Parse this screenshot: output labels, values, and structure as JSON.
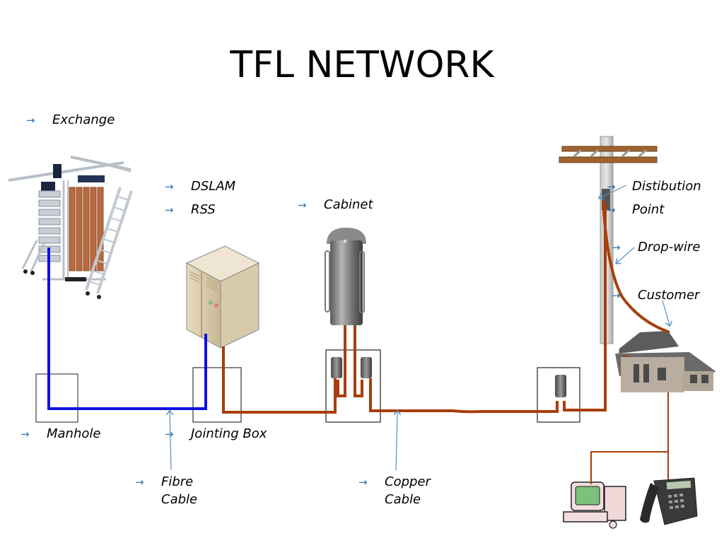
{
  "title": "TFL NETWORK",
  "arrow_glyph": "→",
  "labels": {
    "exchange": "Exchange",
    "dslam": "DSLAM",
    "rss": "RSS",
    "cabinet": "Cabinet",
    "distribution_1": "Distibution",
    "distribution_2": "Point",
    "drop_wire": "Drop-wire",
    "customer": "Customer",
    "manhole": "Manhole",
    "jointing_box": "Jointing Box",
    "fibre_1": "Fibre",
    "fibre_2": "Cable",
    "copper_1": "Copper",
    "copper_2": "Cable"
  },
  "colors": {
    "fibre": "#1010e0",
    "copper": "#a83e0a",
    "arrow": "#2e75b6",
    "pointer": "#5a8fc0",
    "box_border": "#333333"
  }
}
